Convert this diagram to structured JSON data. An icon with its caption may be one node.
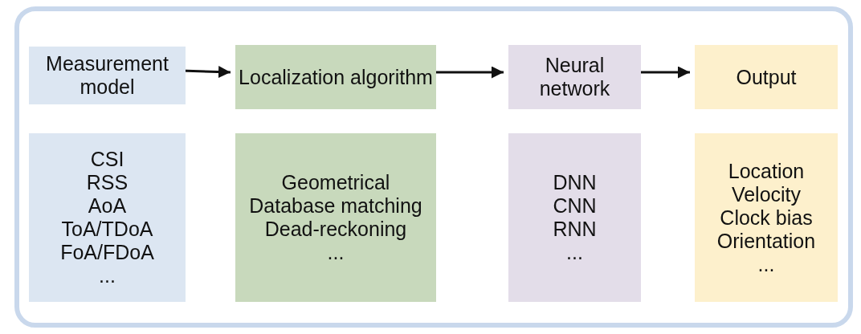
{
  "diagram": {
    "nodes": [
      {
        "text": [],
        "shape": "box"
      },
      {
        "text": [
          "Measurement model"
        ],
        "in": 0
      },
      {
        "text": [
          "Localization algorithm"
        ],
        "in": 0
      },
      {
        "text": [
          "Neural network"
        ],
        "in": 0
      },
      {
        "text": [
          "Output"
        ],
        "in": 0
      },
      {
        "text": [
          "CSI",
          "RSS",
          "AoA",
          "ToA/TDoA",
          "FoA/FDoA",
          "..."
        ],
        "in": 0
      },
      {
        "text": [
          "Geometrical",
          "Database matching",
          "Dead-reckoning",
          "..."
        ],
        "in": 0
      },
      {
        "text": [
          "DNN",
          "CNN",
          "RNN",
          "..."
        ],
        "in": 0
      },
      {
        "text": [
          "Location",
          "Velocity",
          "Clock bias",
          "Orientation",
          "..."
        ],
        "in": 0
      }
    ],
    "edges": [
      {
        "from": 1,
        "to": 2,
        "arrow": "to"
      },
      {
        "from": 2,
        "to": 3,
        "arrow": "to"
      },
      {
        "from": 3,
        "to": 4,
        "arrow": "to"
      }
    ]
  }
}
